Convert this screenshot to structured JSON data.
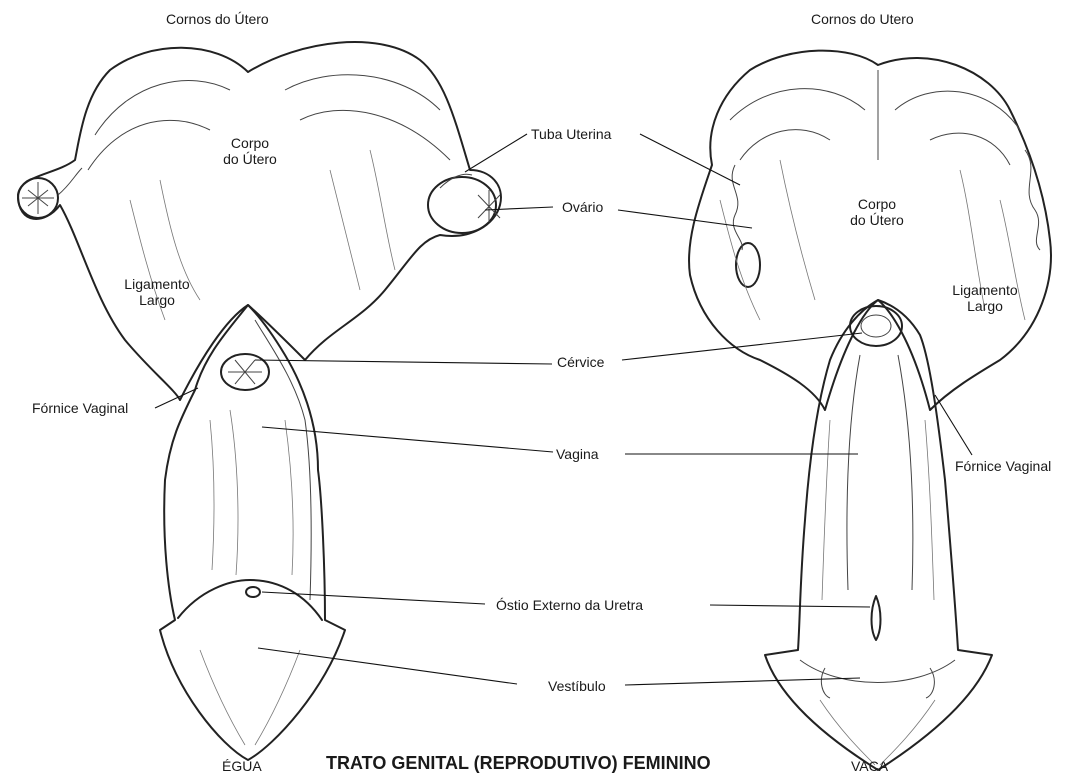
{
  "figure": {
    "title": "TRATO GENITAL (REPRODUTIVO) FEMININO",
    "left_specimen": "ÉGUA",
    "right_specimen": "VACA"
  },
  "labels": {
    "left_horns": "Cornos do Útero",
    "right_horns": "Cornos do Utero",
    "left_body_line1": "Corpo",
    "left_body_line2": "do Útero",
    "right_body_line1": "Corpo",
    "right_body_line2": "do Útero",
    "left_ligament_line1": "Ligamento",
    "left_ligament_line2": "Largo",
    "right_ligament_line1": "Ligamento",
    "right_ligament_line2": "Largo",
    "left_fornix": "Fórnice Vaginal",
    "right_fornix": "Fórnice Vaginal",
    "tuba": "Tuba Uterina",
    "ovario": "Ovário",
    "cervice": "Cérvice",
    "vagina": "Vagina",
    "ostio": "Óstio Externo da Uretra",
    "vestibulo": "Vestíbulo"
  }
}
